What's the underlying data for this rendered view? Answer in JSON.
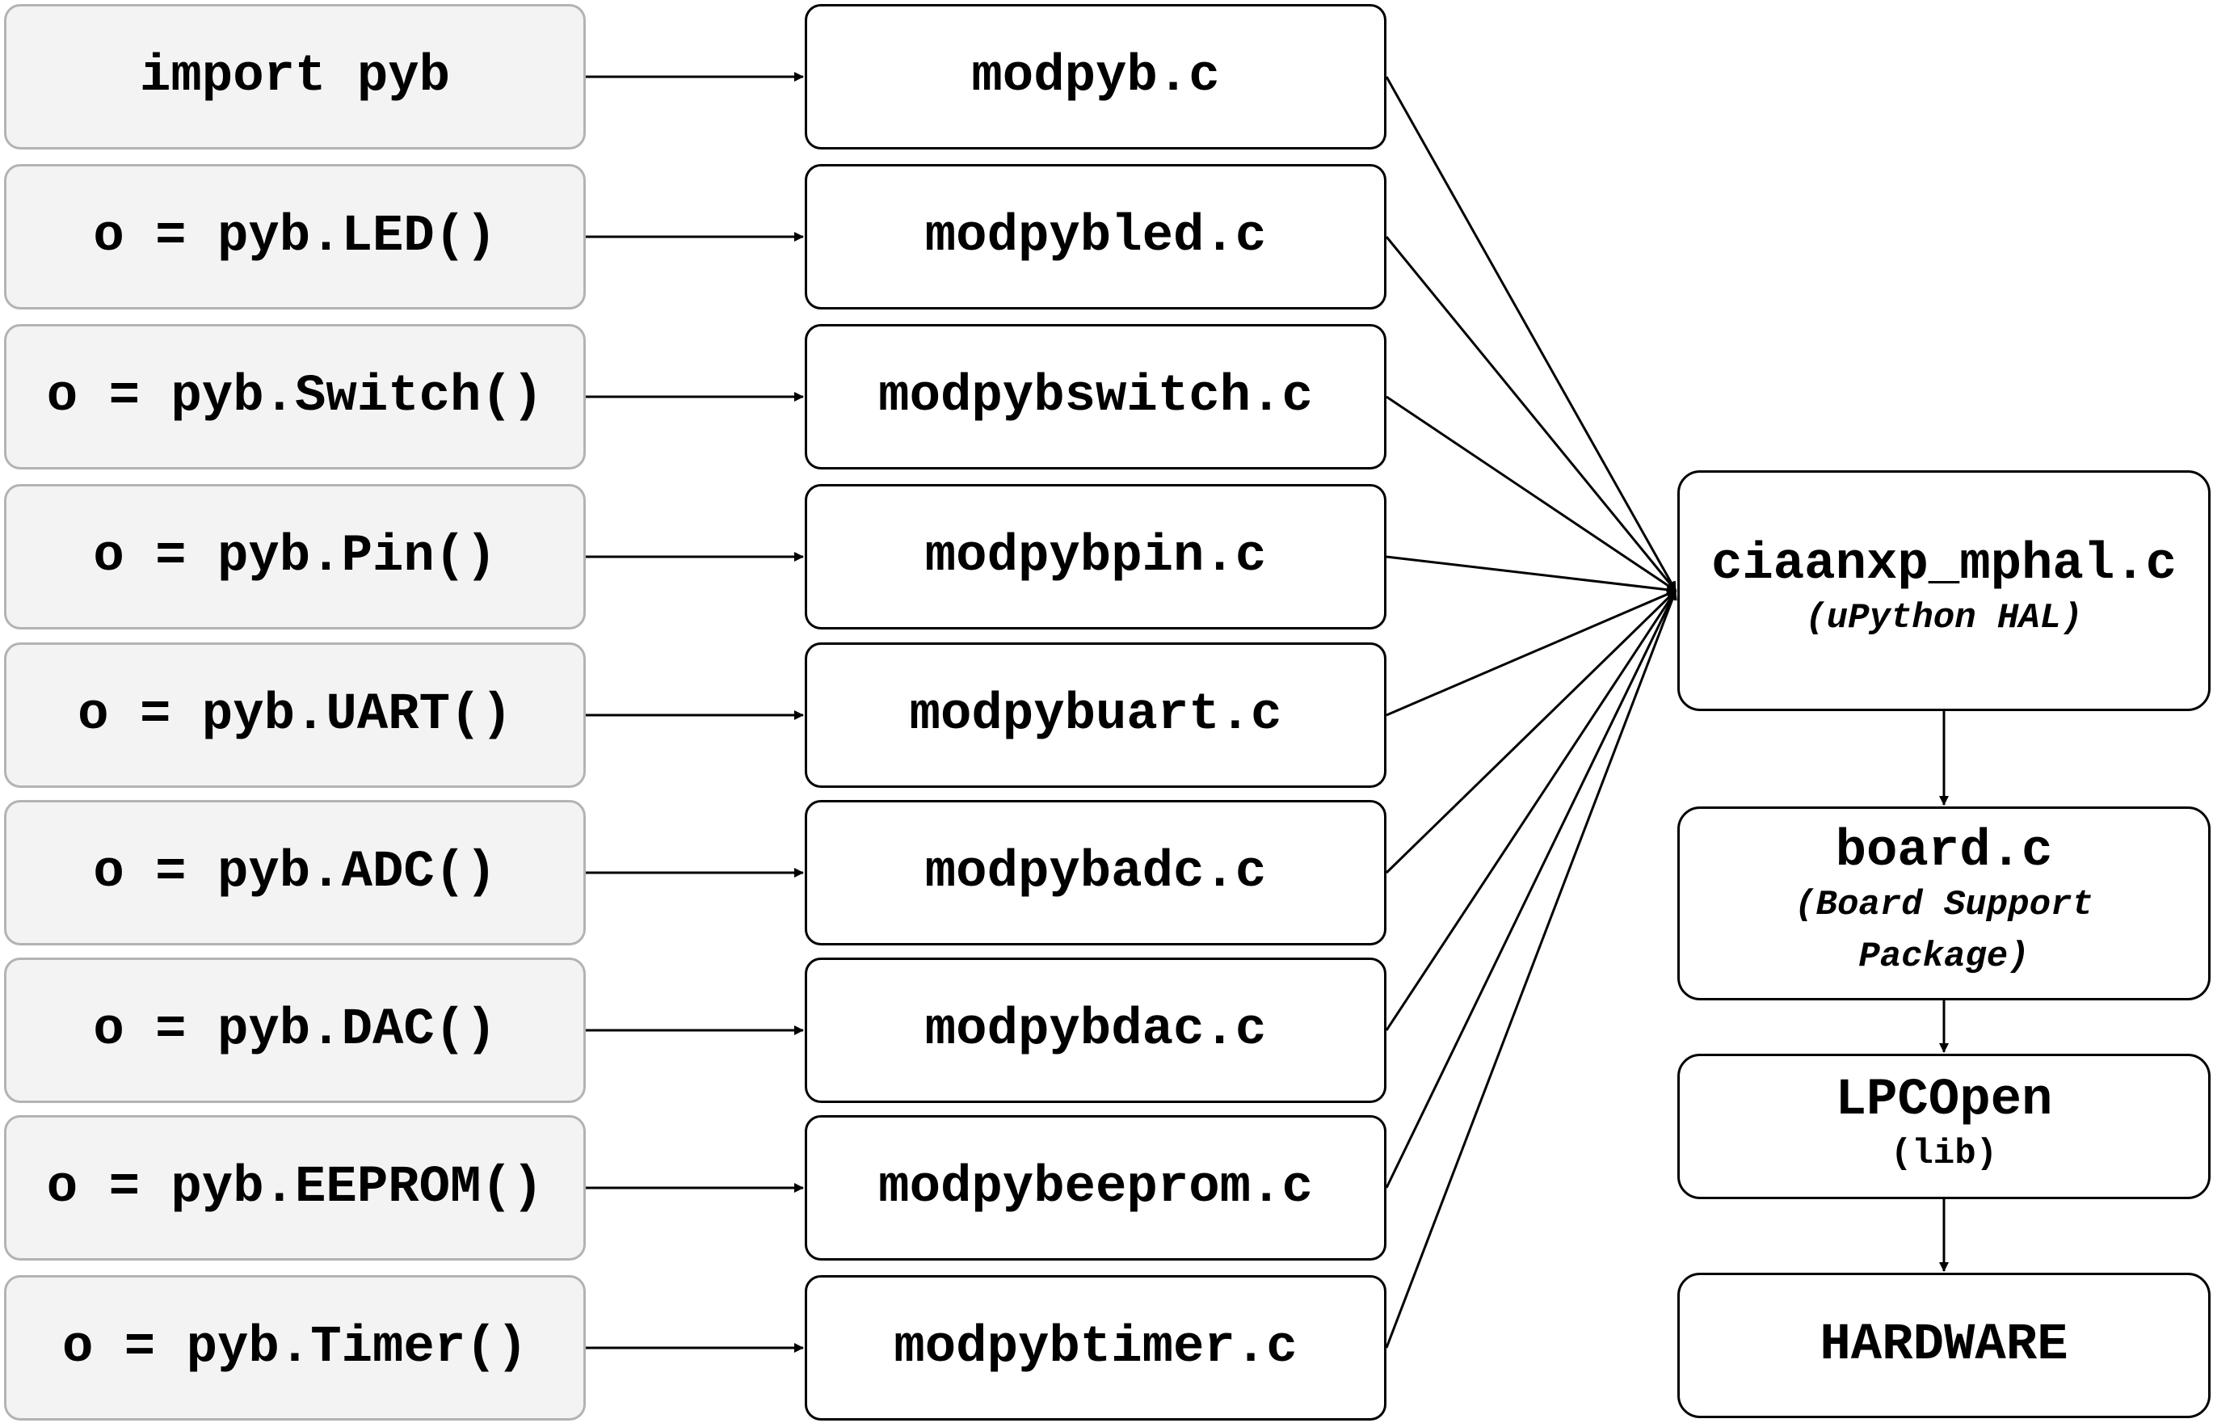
{
  "python_calls": [
    "import pyb",
    "o = pyb.LED()",
    "o = pyb.Switch()",
    "o = pyb.Pin()",
    "o = pyb.UART()",
    "o = pyb.ADC()",
    "o = pyb.DAC()",
    "o = pyb.EEPROM()",
    "o = pyb.Timer()"
  ],
  "c_modules": [
    "modpyb.c",
    "modpybled.c",
    "modpybswitch.c",
    "modpybpin.c",
    "modpybuart.c",
    "modpybadc.c",
    "modpybdac.c",
    "modpybeeprom.c",
    "modpybtimer.c"
  ],
  "stack": {
    "hal": {
      "name": "ciaanxp_mphal.c",
      "desc": "(uPython HAL)"
    },
    "board": {
      "name": "board.c",
      "desc": "(Board Support Package)"
    },
    "lpcopen": {
      "name": "LPCOpen",
      "desc": "(lib)"
    },
    "hardware": {
      "name": "HARDWARE"
    }
  }
}
